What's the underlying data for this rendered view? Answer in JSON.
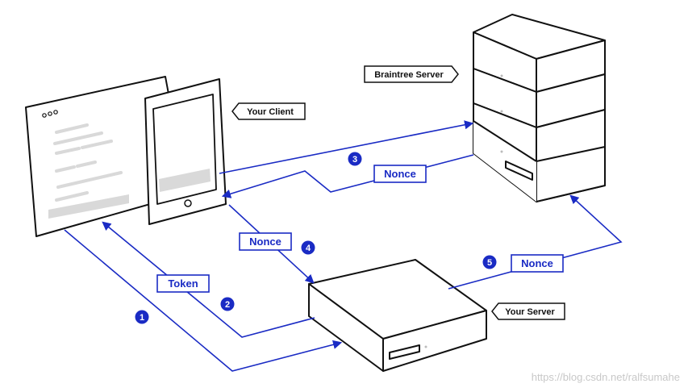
{
  "labels": {
    "braintree_server": "Braintree Server",
    "your_client": "Your Client",
    "your_server": "Your Server"
  },
  "flow_labels": {
    "token": "Token",
    "nonce_3": "Nonce",
    "nonce_4": "Nonce",
    "nonce_5": "Nonce"
  },
  "steps": {
    "s1": "1",
    "s2": "2",
    "s3": "3",
    "s4": "4",
    "s5": "5"
  },
  "watermark": "https://blog.csdn.net/ralfsumahe",
  "colors": {
    "arrow": "#1a2bc4",
    "outline": "#111111",
    "placeholder": "#d9d9d9"
  }
}
